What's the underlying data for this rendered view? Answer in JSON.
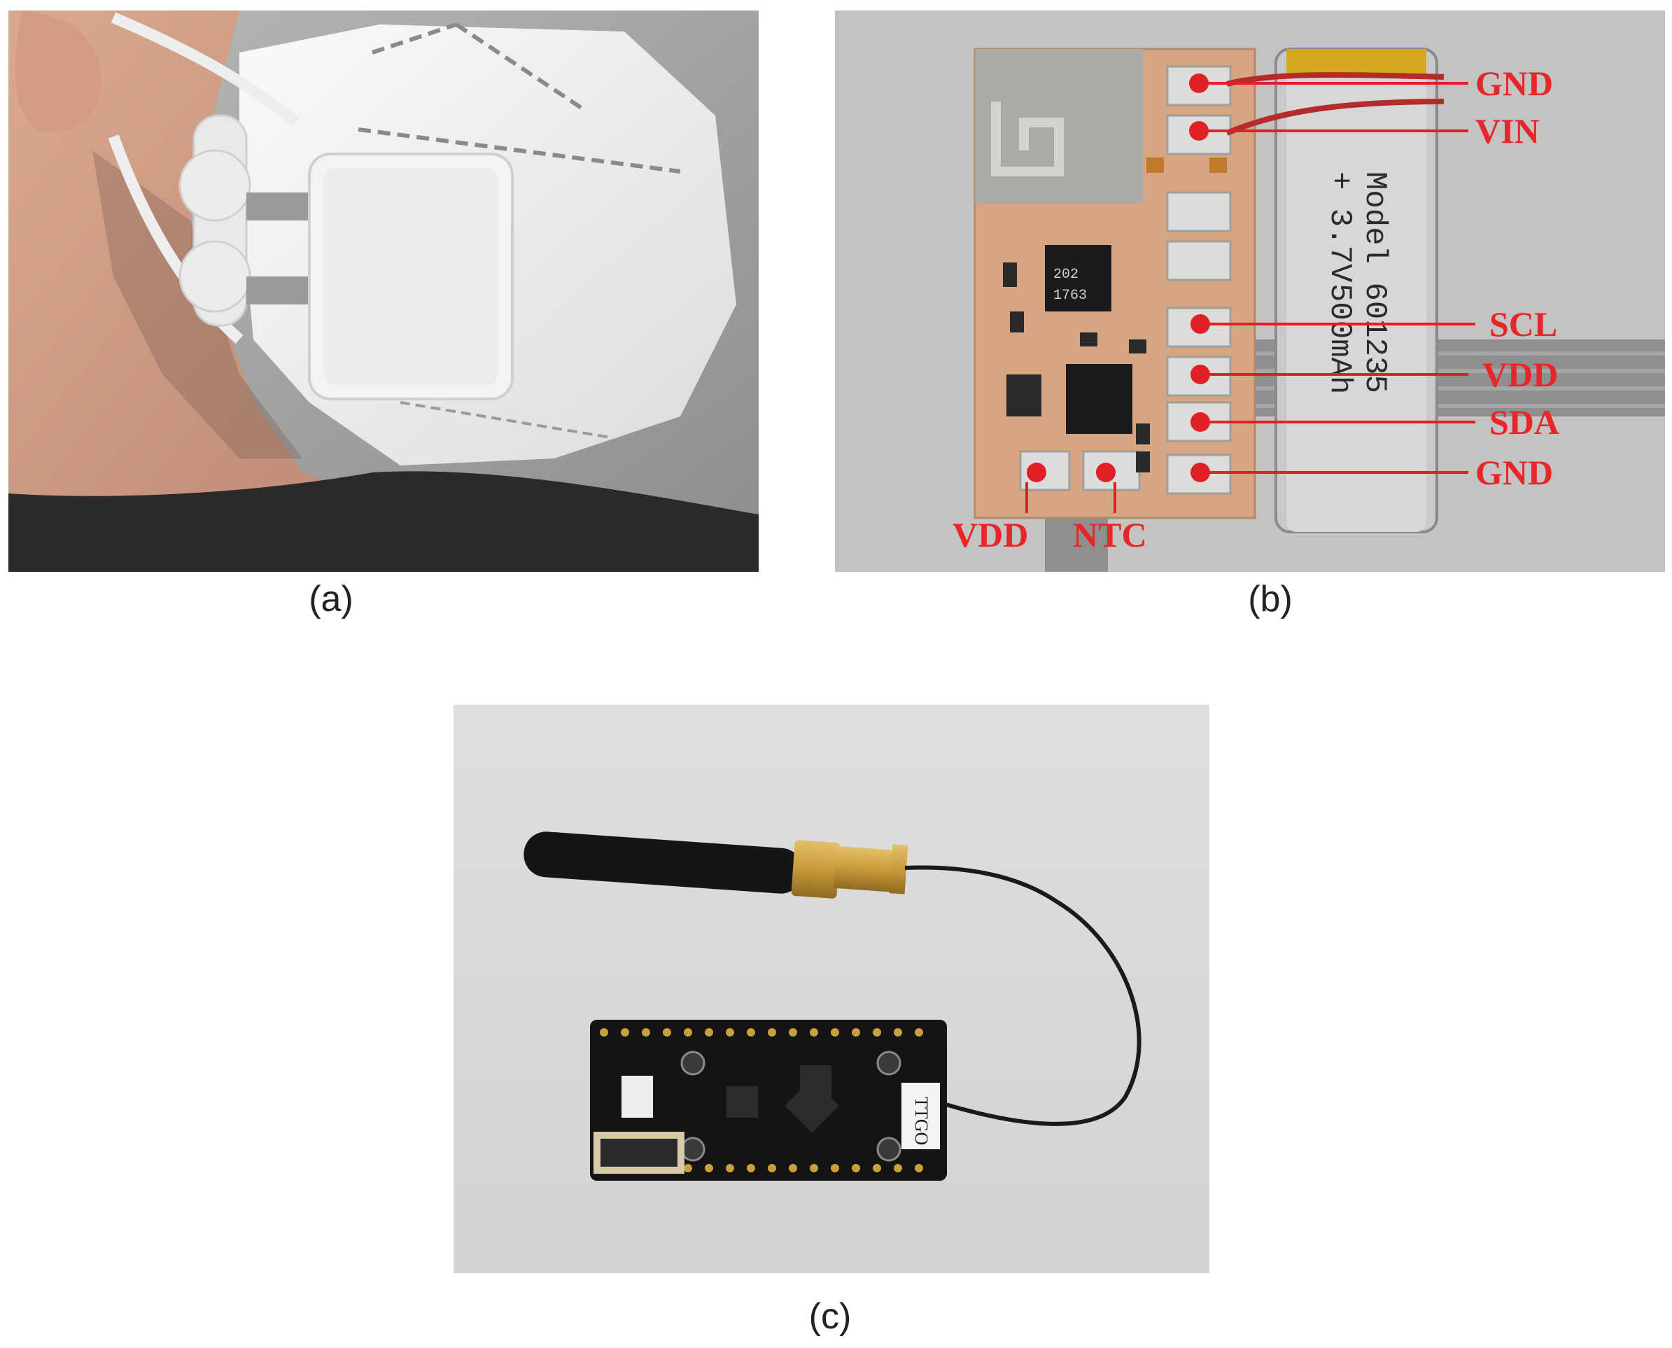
{
  "panels": {
    "a": {
      "caption": "(a)"
    },
    "b": {
      "caption": "(b)",
      "pin_labels": {
        "gnd_top": "GND",
        "vin": "VIN",
        "scl": "SCL",
        "vdd_right": "VDD",
        "sda": "SDA",
        "gnd_bottom": "GND",
        "vdd_bottom": "VDD",
        "ntc": "NTC"
      },
      "chip_text": {
        "line1": "202",
        "line2": "1763"
      },
      "battery_text": {
        "model": "Model 601235",
        "voltage": "+ 3.7V",
        "capacity": "500mAh"
      }
    },
    "c": {
      "caption": "(c)",
      "board_label": "TTGO"
    }
  },
  "colors": {
    "label_red": "#e8262a",
    "pad_dot_red": "#e01f26",
    "pcb_copper": "#d6a582",
    "mask_white": "#f2f2f2",
    "board_black": "#141414",
    "brass": "#c99a3a"
  }
}
